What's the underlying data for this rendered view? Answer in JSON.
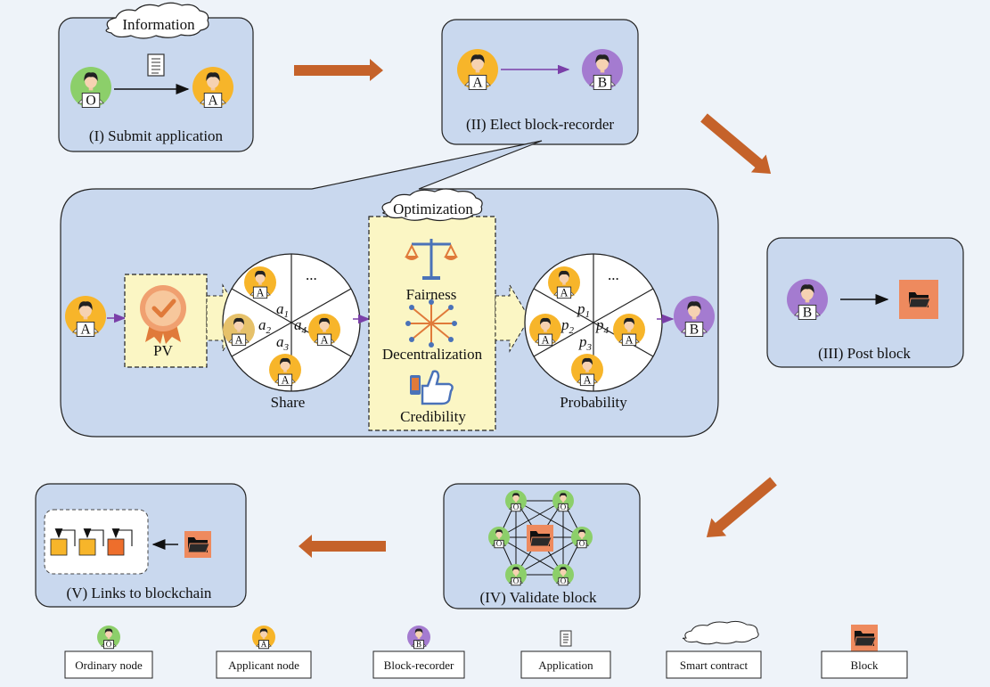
{
  "stages": {
    "s1": {
      "title": "(I) Submit application",
      "cloud": "Information"
    },
    "s2": {
      "title": "(II) Elect block-recorder"
    },
    "s3": {
      "title": "(III) Post block"
    },
    "s4": {
      "title": "(IV) Validate block"
    },
    "s5": {
      "title": "(V) Links to blockchain"
    }
  },
  "detail": {
    "pv": "PV",
    "share": "Share",
    "probability": "Probability",
    "optimization": "Optimization",
    "criteria": [
      "Fairness",
      "Decentralization",
      "Credibility"
    ],
    "share_vars": [
      "a1",
      "a2",
      "a3",
      "a4"
    ],
    "prob_vars": [
      "p1",
      "p2",
      "p3",
      "p4"
    ],
    "ellipsis": "..."
  },
  "node_letters": {
    "ordinary": "O",
    "applicant": "A",
    "recorder": "B"
  },
  "legend": [
    "Ordinary node",
    "Applicant node",
    "Block-recorder",
    "Application",
    "Smart contract",
    "Block"
  ],
  "colors": {
    "ordinary": "#8ccf6a",
    "applicant": "#f7b52a",
    "recorder": "#a47bd0",
    "panel": "#c9d8ee",
    "arrow": "#c5622a",
    "block": "#ee8a5e",
    "optimization": "#fbf6c4"
  }
}
